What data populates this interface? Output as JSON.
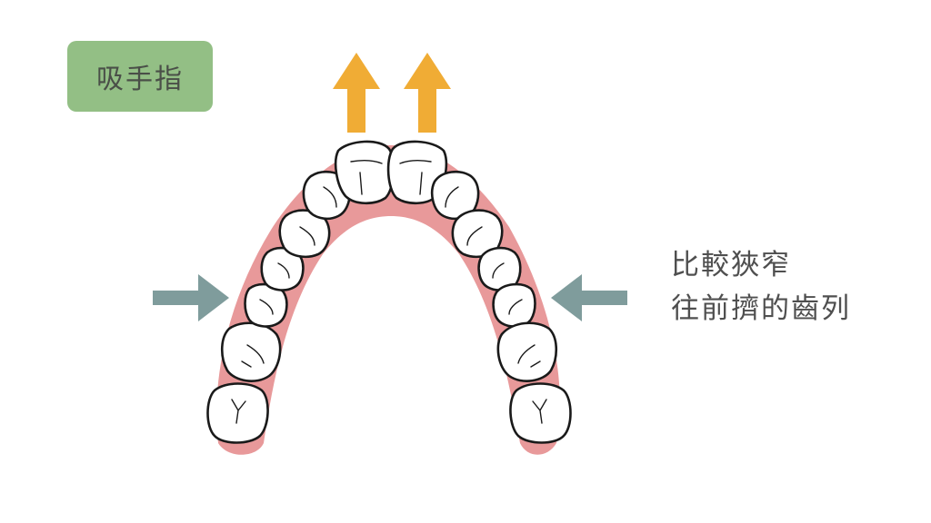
{
  "badge": {
    "label": "吸手指"
  },
  "caption": {
    "line1": "比較狹窄",
    "line2": "往前擠的齒列"
  },
  "colors": {
    "badge_bg": "#93bf85",
    "badge_text": "#4a4f48",
    "caption_text": "#4f4f4f",
    "gum": "#e8999a",
    "tooth_fill": "#ffffff",
    "tooth_stroke": "#1a1a1a",
    "arrow_up": "#f0ac35",
    "arrow_side": "#7f9c9c"
  },
  "icons": {
    "up_arrows": [
      "arrow-up-icon",
      "arrow-up-icon"
    ],
    "side_arrows": [
      "arrow-right-icon",
      "arrow-left-icon"
    ]
  }
}
